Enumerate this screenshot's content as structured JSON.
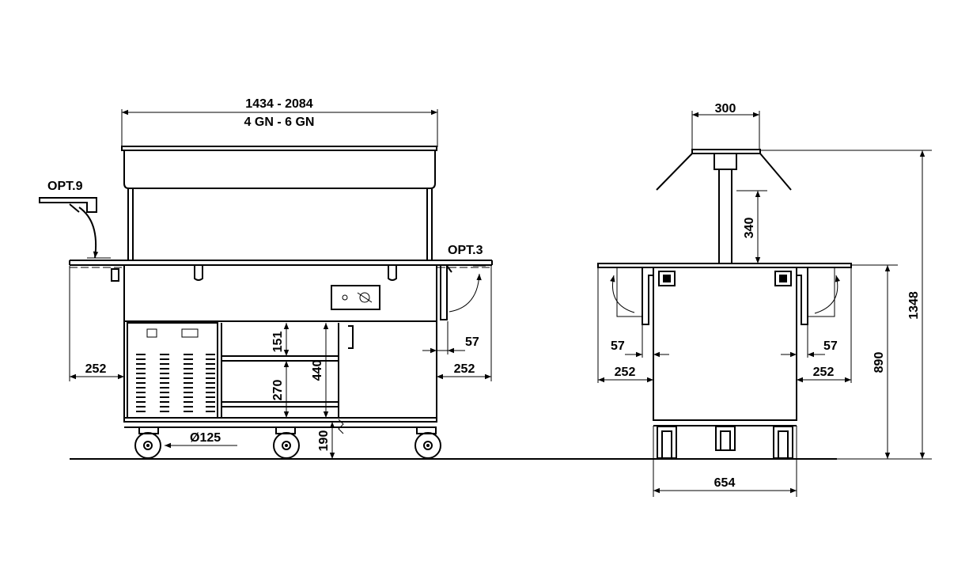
{
  "front_view": {
    "width_line1": "1434 - 2084",
    "width_line2": "4 GN - 6 GN",
    "opt9": "OPT.9",
    "opt3": "OPT.3",
    "left_overhang": "252",
    "right_overhang": "252",
    "right_offset": "57",
    "shelf_gap_top": "151",
    "shelf_gap_mid": "270",
    "compartment_height": "440",
    "ground_clearance": "190",
    "wheel_diameter": "Ø125"
  },
  "side_view": {
    "canopy_width": "300",
    "canopy_height": "340",
    "overall_height": "1348",
    "counter_height": "890",
    "left_offset": "57",
    "right_offset": "57",
    "left_overhang": "252",
    "right_overhang": "252",
    "depth": "654"
  }
}
